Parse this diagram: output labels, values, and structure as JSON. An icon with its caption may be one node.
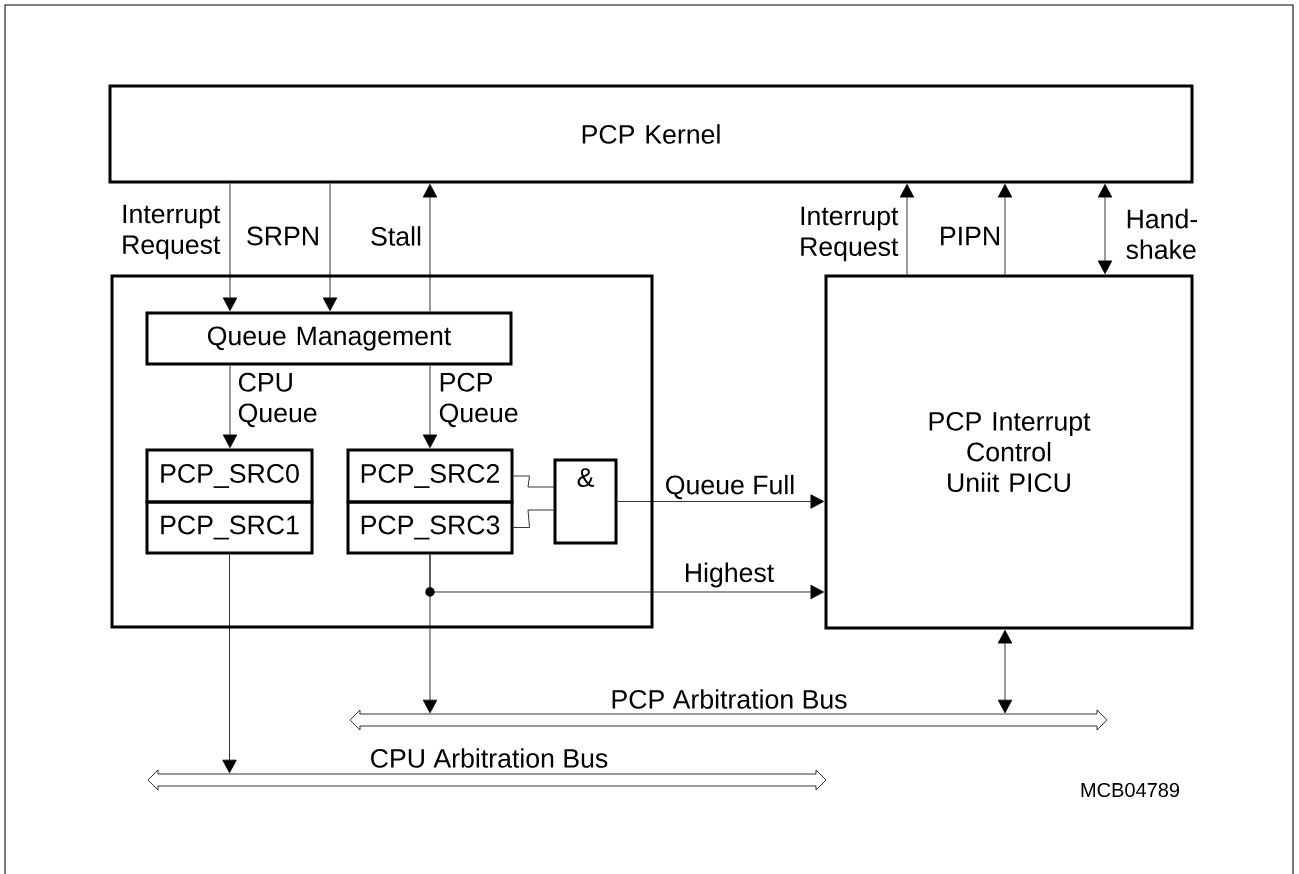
{
  "diagram": {
    "nodes": [
      {
        "text": [
          "PCP Kernel"
        ]
      },
      {
        "text": [],
        "shape": "box"
      },
      {
        "text": [
          "Queue Management"
        ],
        "in": 1
      },
      {
        "text": [
          "PCP_SRC0"
        ],
        "in": 1
      },
      {
        "text": [
          "PCP_SRC1"
        ],
        "in": 1
      },
      {
        "text": [
          "PCP_SRC2"
        ],
        "in": 1
      },
      {
        "text": [
          "PCP_SRC3"
        ],
        "in": 1
      },
      {
        "text": [
          "&"
        ],
        "in": 1
      },
      {
        "text": [
          "PCP Interrupt Control Uniit PICU"
        ]
      },
      {
        "text": [
          "PCP Arbitration Bus"
        ]
      },
      {
        "text": [
          "CPU Arbitration Bus"
        ]
      }
    ],
    "edges": [
      {
        "from": 0,
        "to": 2,
        "arrow": "to",
        "label": "Interrupt Request"
      },
      {
        "from": 0,
        "to": 2,
        "arrow": "to",
        "label": "SRPN"
      },
      {
        "from": 2,
        "to": 0,
        "arrow": "to",
        "label": "Stall"
      },
      {
        "from": 2,
        "to": 3,
        "arrow": "to",
        "label": "CPU Queue"
      },
      {
        "from": 2,
        "to": 5,
        "arrow": "to",
        "label": "PCP Queue"
      },
      {
        "from": 5,
        "to": 7,
        "arrow": "none"
      },
      {
        "from": 6,
        "to": 7,
        "arrow": "none"
      },
      {
        "from": 7,
        "to": 8,
        "arrow": "to",
        "label": "Queue Full"
      },
      {
        "from": 6,
        "to": 8,
        "arrow": "to",
        "label": "Highest"
      },
      {
        "from": 6,
        "to": 9,
        "arrow": "to"
      },
      {
        "from": 4,
        "to": 10,
        "arrow": "to"
      },
      {
        "from": 8,
        "to": 0,
        "arrow": "to",
        "label": "Interrupt Request"
      },
      {
        "from": 8,
        "to": 0,
        "arrow": "to",
        "label": "PIPN"
      },
      {
        "from": 8,
        "to": 0,
        "arrow": "both",
        "label": "Hand- shake"
      },
      {
        "from": 8,
        "to": 9,
        "arrow": "both"
      }
    ],
    "labels": [
      "MCB04789"
    ]
  }
}
